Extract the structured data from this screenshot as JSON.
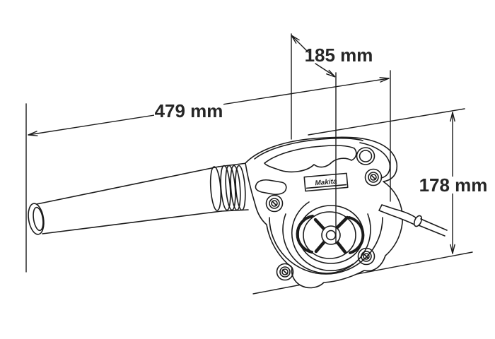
{
  "diagram": {
    "type": "dimensioned-technical-drawing",
    "product": {
      "brand": "Makita",
      "name": "electric-blower"
    },
    "dimensions": {
      "length": {
        "label": "479 mm",
        "value": 479,
        "unit": "mm",
        "role": "overall-length"
      },
      "width": {
        "label": "185 mm",
        "value": 185,
        "unit": "mm",
        "role": "housing-width"
      },
      "height": {
        "label": "178 mm",
        "value": 178,
        "unit": "mm",
        "role": "overall-height"
      }
    },
    "colors": {
      "line": "#1b1b1b",
      "text": "#262626",
      "background": "#ffffff"
    }
  }
}
